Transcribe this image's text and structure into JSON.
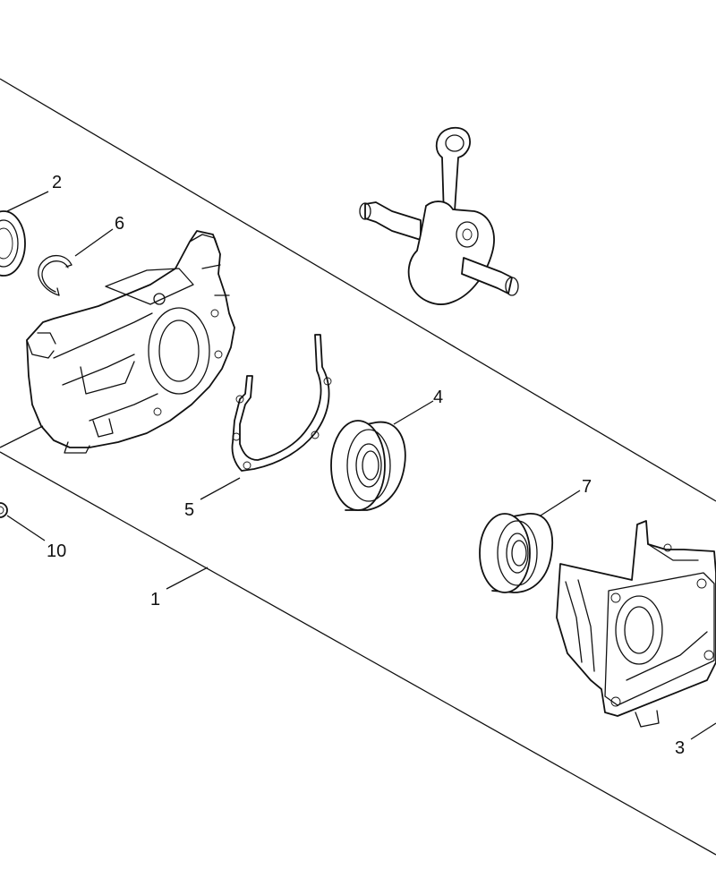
{
  "diagram": {
    "callouts": [
      {
        "id": "1",
        "label": "1"
      },
      {
        "id": "2",
        "label": "2"
      },
      {
        "id": "3",
        "label": "3"
      },
      {
        "id": "4",
        "label": "4"
      },
      {
        "id": "5",
        "label": "5"
      },
      {
        "id": "6",
        "label": "6"
      },
      {
        "id": "7",
        "label": "7"
      },
      {
        "id": "10",
        "label": "10"
      }
    ]
  }
}
